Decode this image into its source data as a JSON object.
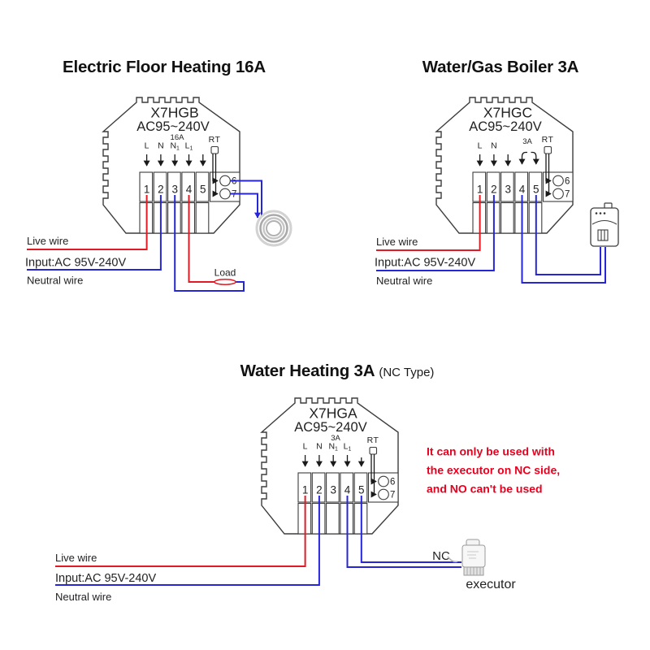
{
  "colors": {
    "live_wire_red": "#e01b24",
    "neutral_wire_blue": "#2626d8",
    "note_red": "#e8001f",
    "outline_gray": "#3d3d3d"
  },
  "d1": {
    "title": "Electric Floor Heating 16A",
    "model": "X7HGB",
    "voltage": "AC95~240V",
    "rating": "16A",
    "pin1": "1",
    "pin2": "2",
    "pin3": "3",
    "pin4": "4",
    "pin5": "5",
    "lbl_l": "L",
    "lbl_n": "N",
    "lbl_n1": "N",
    "lbl_n1_sub": "1",
    "lbl_l1": "L",
    "lbl_l1_sub": "1",
    "rt": "RT",
    "aux6": "6",
    "aux7": "7",
    "live": "Live wire",
    "input": "Input:AC 95V-240V",
    "neutral": "Neutral wire",
    "load": "Load"
  },
  "d2": {
    "title": "Water/Gas Boiler 3A",
    "model": "X7HGC",
    "voltage": "AC95~240V",
    "rating": "3A",
    "pin1": "1",
    "pin2": "2",
    "pin3": "3",
    "pin4": "4",
    "pin5": "5",
    "lbl_l": "L",
    "lbl_n": "N",
    "rt": "RT",
    "aux6": "6",
    "aux7": "7",
    "live": "Live wire",
    "input": "Input:AC 95V-240V",
    "neutral": "Neutral wire"
  },
  "d3": {
    "title": "Water Heating 3A",
    "title_suffix": "(NC Type)",
    "model": "X7HGA",
    "voltage": "AC95~240V",
    "rating": "3A",
    "pin1": "1",
    "pin2": "2",
    "pin3": "3",
    "pin4": "4",
    "pin5": "5",
    "lbl_l": "L",
    "lbl_n": "N",
    "lbl_n1": "N",
    "lbl_n1_sub": "1",
    "lbl_l1": "L",
    "lbl_l1_sub": "1",
    "rt": "RT",
    "aux6": "6",
    "aux7": "7",
    "live": "Live wire",
    "input": "Input:AC 95V-240V",
    "neutral": "Neutral wire",
    "nc": "NC",
    "executor": "executor",
    "note1": "It can only be used with",
    "note2": "the executor on NC side,",
    "note3": "and NO can't be used"
  }
}
